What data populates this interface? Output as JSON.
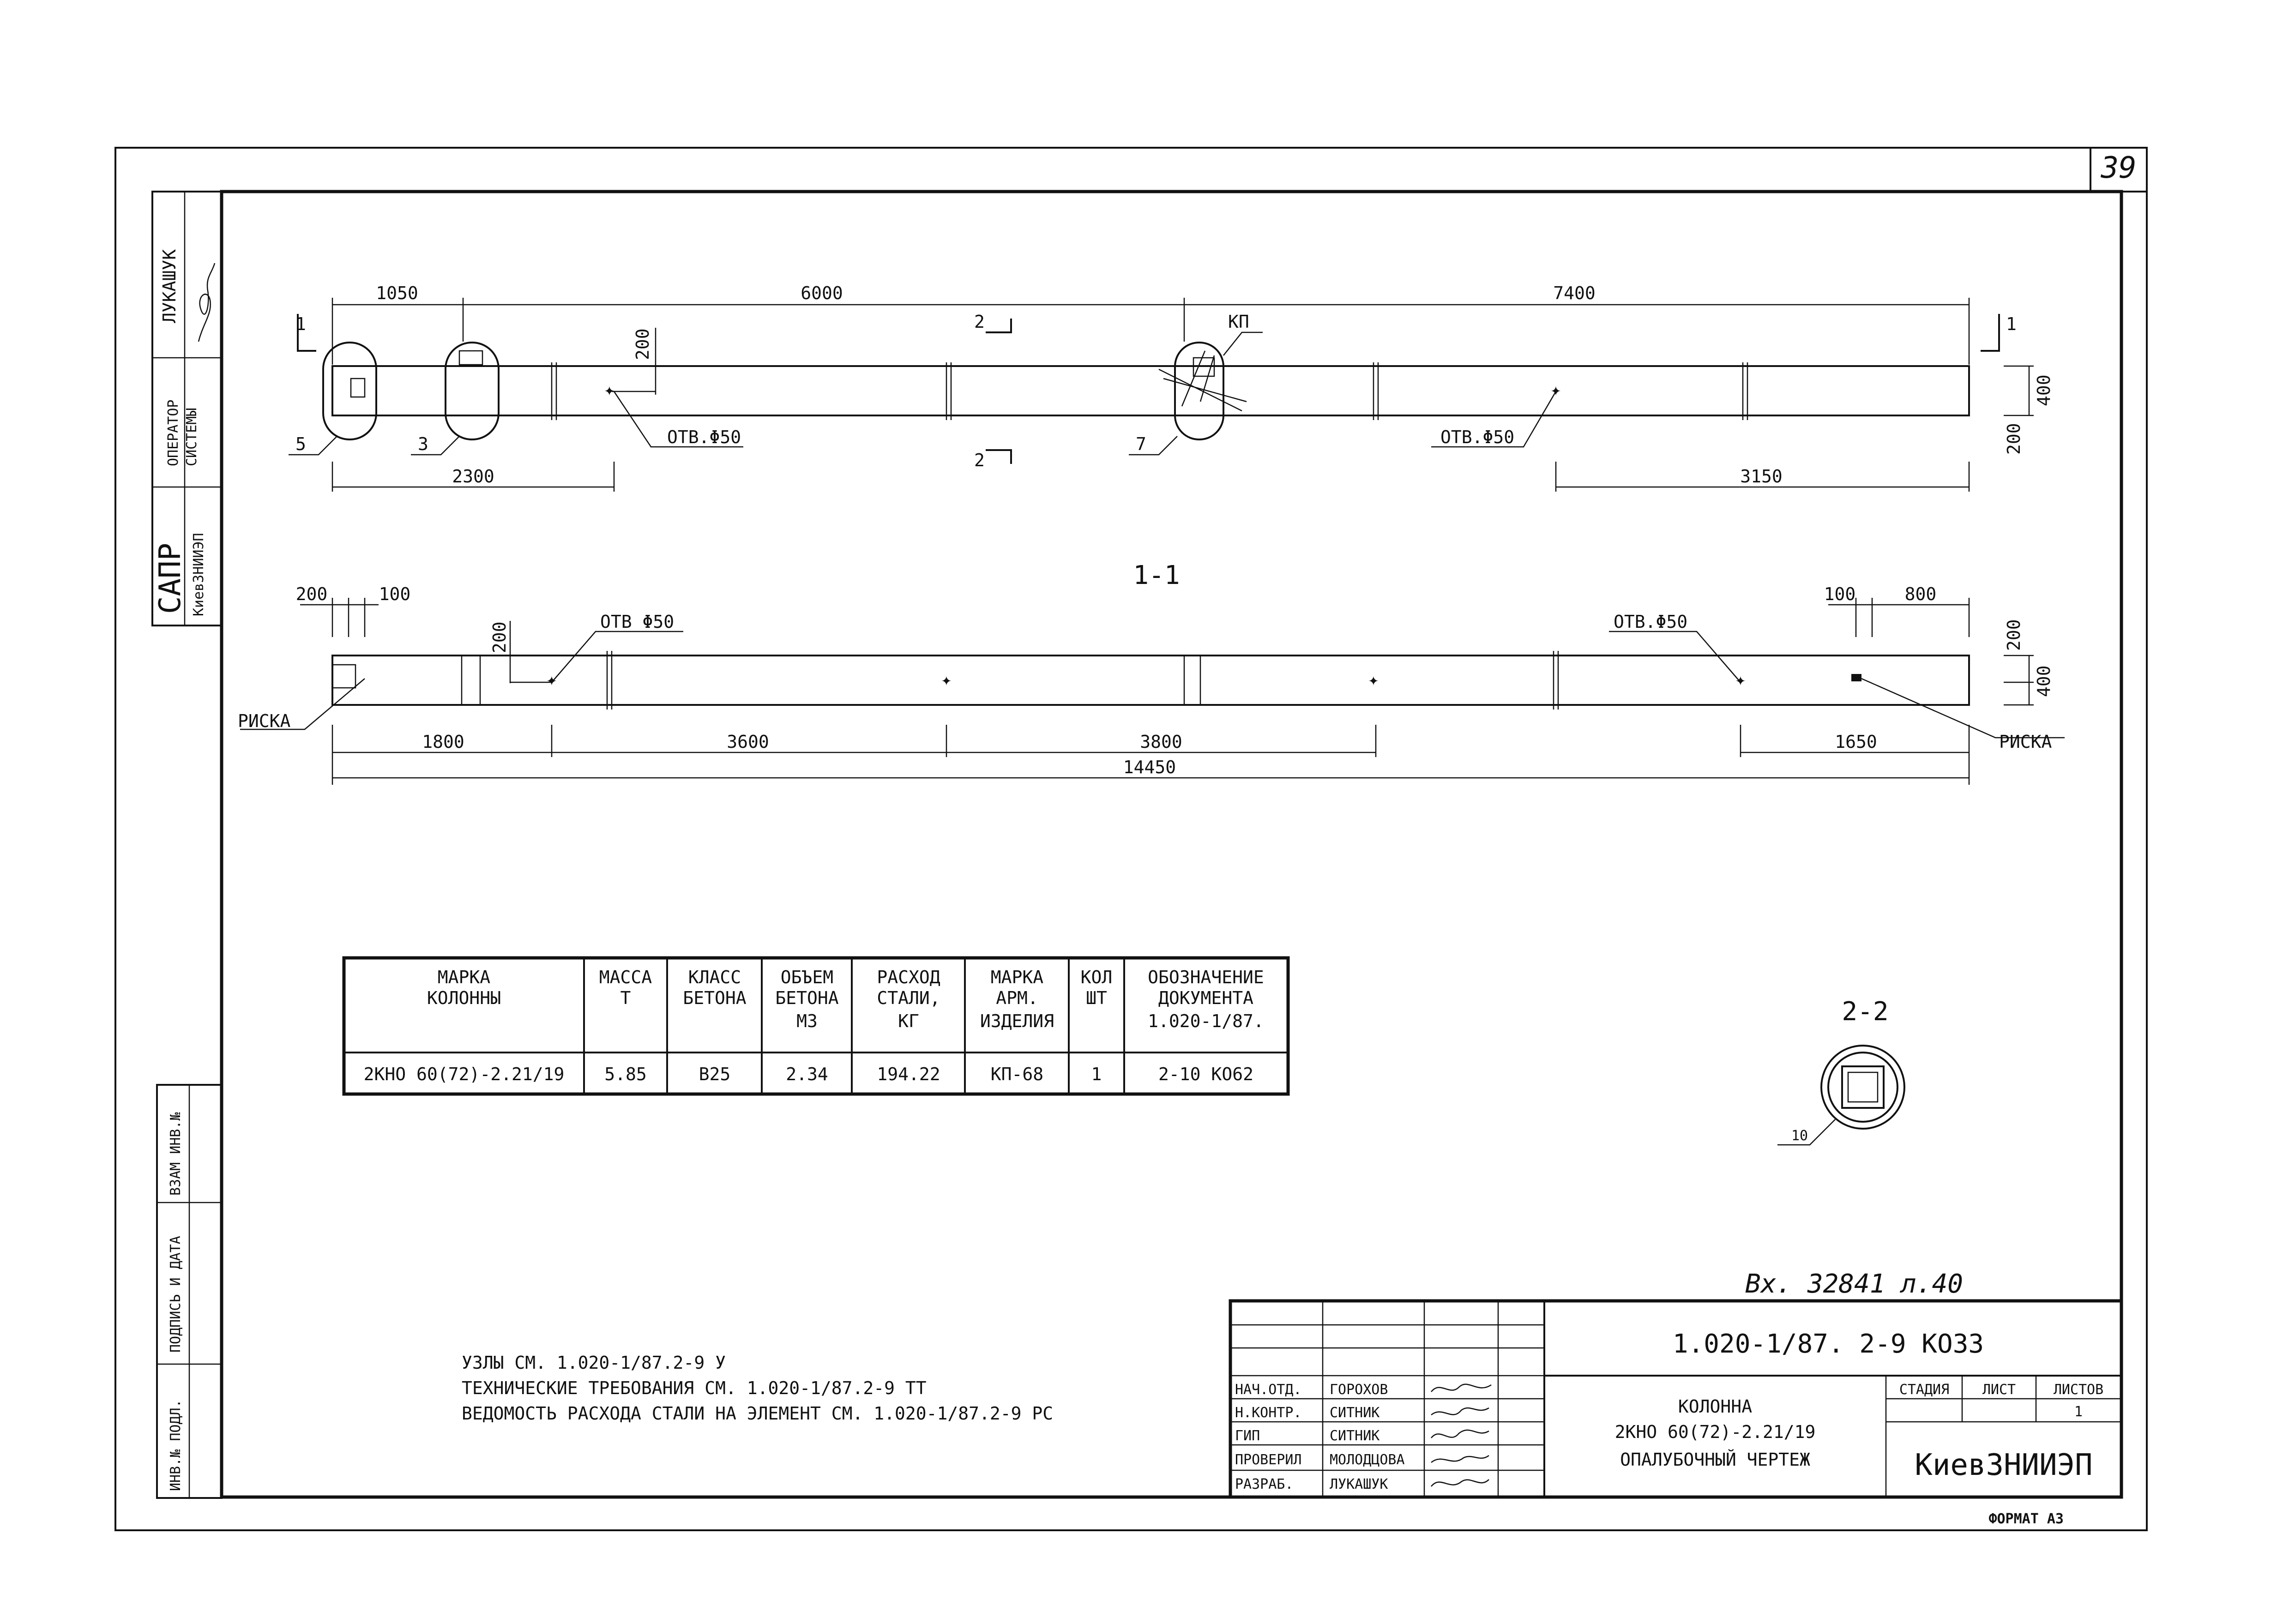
{
  "sheet": {
    "page_number": "39",
    "format": "ФОРМАТ А3",
    "inventory_note": "Вх. 32841 л.40"
  },
  "side_stamps": {
    "top": [
      "ЛУКАШУК",
      "ОПЕРАТОР",
      "СИСТЕМЫ",
      "САПР",
      "КиевЗНИИЭП"
    ],
    "bottom": [
      "ВЗАМ ИНВ.№",
      "ПОДПИСЬ И ДАТА",
      "ИНВ.№ ПОДЛ."
    ]
  },
  "drawing": {
    "elevation": {
      "dims_top": [
        "1050",
        "6000",
        "7400"
      ],
      "dims_bottom": [
        "2300",
        "3150"
      ],
      "dims_right": [
        "400",
        "200"
      ],
      "dim_200": "200",
      "section_markers": [
        "1",
        "1",
        "2",
        "2"
      ],
      "callouts": [
        "5",
        "3",
        "7",
        "КП"
      ],
      "holes": [
        "ОТВ.Φ50",
        "ОТВ.Φ50"
      ]
    },
    "plan": {
      "label": "1-1",
      "dims_top": [
        "200",
        "100",
        "100",
        "800"
      ],
      "dims_bottom": [
        "1800",
        "3600",
        "3800",
        "1650"
      ],
      "overall": "14450",
      "dims_right": [
        "200",
        "400"
      ],
      "dim_200": "200",
      "holes": [
        "ОТВ Φ50",
        "ОТВ.Φ50"
      ],
      "marks": [
        "РИСКА",
        "РИСКА"
      ]
    },
    "section": {
      "label": "2-2",
      "callout": "10"
    }
  },
  "spec_table": {
    "headers": [
      [
        "МАРКА",
        "КОЛОННЫ"
      ],
      [
        "МАССА",
        "Т"
      ],
      [
        "КЛАСС",
        "БЕТОНА"
      ],
      [
        "ОБЪЕМ",
        "БЕТОНА",
        "М3"
      ],
      [
        "РАСХОД",
        "СТАЛИ,",
        "КГ"
      ],
      [
        "МАРКА",
        "АРМ.",
        "ИЗДЕЛИЯ"
      ],
      [
        "КОЛ",
        "ШТ"
      ],
      [
        "ОБОЗНАЧЕНИЕ",
        "ДОКУМЕНТА",
        "1.020-1/87."
      ]
    ],
    "row": [
      "2КНО 60(72)-2.21/19",
      "5.85",
      "В25",
      "2.34",
      "194.22",
      "КП-68",
      "1",
      "2-10 КО62"
    ]
  },
  "notes": [
    "УЗЛЫ СМ. 1.020-1/87.2-9 У",
    "ТЕХНИЧЕСКИЕ ТРЕБОВАНИЯ СМ. 1.020-1/87.2-9 ТТ",
    "ВЕДОМОСТЬ РАСХОДА СТАЛИ НА ЭЛЕМЕНТ СМ. 1.020-1/87.2-9 РС"
  ],
  "title_block": {
    "code": "1.020-1/87.  2-9  КО33",
    "roles": [
      "НАЧ.ОТД.",
      "Н.КОНТР.",
      "ГИП",
      "ПРОВЕРИЛ",
      "РАЗРАБ."
    ],
    "names": [
      "ГОРОХОВ",
      "СИТНИК",
      "СИТНИК",
      "МОЛОДЦОВА",
      "ЛУКАШУК"
    ],
    "title_lines": [
      "КОЛОННА",
      "2КНО 60(72)-2.21/19",
      "ОПАЛУБОЧНЫЙ ЧЕРТЕЖ"
    ],
    "stage_headers": [
      "СТАДИЯ",
      "ЛИСТ",
      "ЛИСТОВ"
    ],
    "sheets_total": "1",
    "organization": "КиевЗНИИЭП"
  }
}
